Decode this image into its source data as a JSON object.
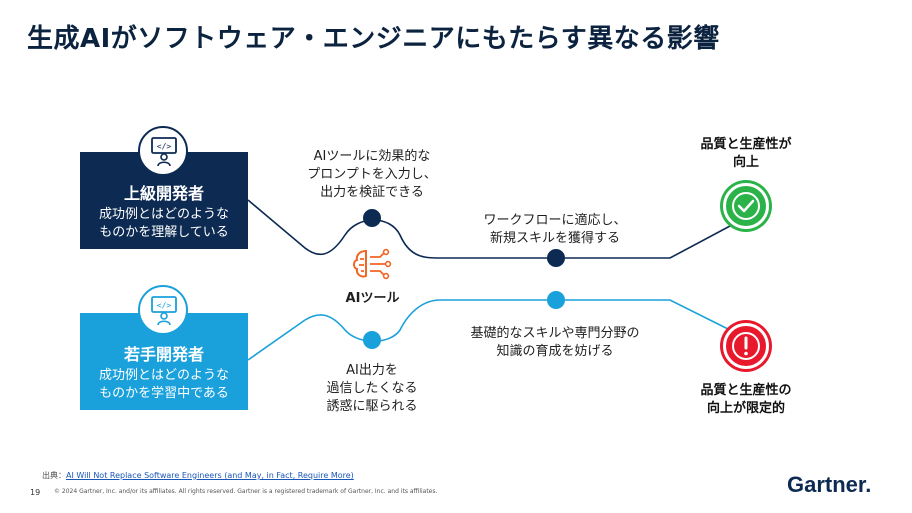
{
  "title": "生成AIがソフトウェア・エンジニアにもたらす異なる影響",
  "senior": {
    "heading": "上級開発者",
    "desc_line1": "成功例とはどのような",
    "desc_line2": "ものかを理解している",
    "icon": "developer-screen-icon"
  },
  "junior": {
    "heading": "若手開発者",
    "desc_line1": "成功例とはどのような",
    "desc_line2": "ものかを学習中である",
    "icon": "developer-screen-icon"
  },
  "senior_step1": {
    "line1": "AIツールに効果的な",
    "line2": "プロンプトを入力し、",
    "line3": "出力を検証できる"
  },
  "senior_step2": {
    "line1": "ワークフローに適応し、",
    "line2": "新規スキルを獲得する"
  },
  "senior_outcome": {
    "line1": "品質と生産性が",
    "line2": "向上",
    "icon": "checkmark-icon"
  },
  "ai_tool": {
    "label": "AIツール",
    "icon": "ai-brain-icon"
  },
  "junior_step1": {
    "line1": "AI出力を",
    "line2": "過信したくなる",
    "line3": "誘惑に駆られる"
  },
  "junior_step2": {
    "line1": "基礎的なスキルや専門分野の",
    "line2": "知識の育成を妨げる"
  },
  "junior_outcome": {
    "line1": "品質と生産性の",
    "line2": "向上が限定的",
    "icon": "exclamation-icon"
  },
  "colors": {
    "navy": "#0c2a52",
    "blue": "#1aa0db",
    "green": "#2bb34a",
    "red": "#e8192c",
    "orange": "#f26522"
  },
  "footer": {
    "source_prefix": "出典：",
    "source_link": "AI Will Not Replace Software Engineers (and May, in Fact, Require More)",
    "page": "19",
    "copyright": "© 2024 Gartner, Inc. and/or its affiliates. All rights reserved. Gartner is a registered trademark of Gartner, Inc. and its affiliates.",
    "logo": "Gartner."
  }
}
